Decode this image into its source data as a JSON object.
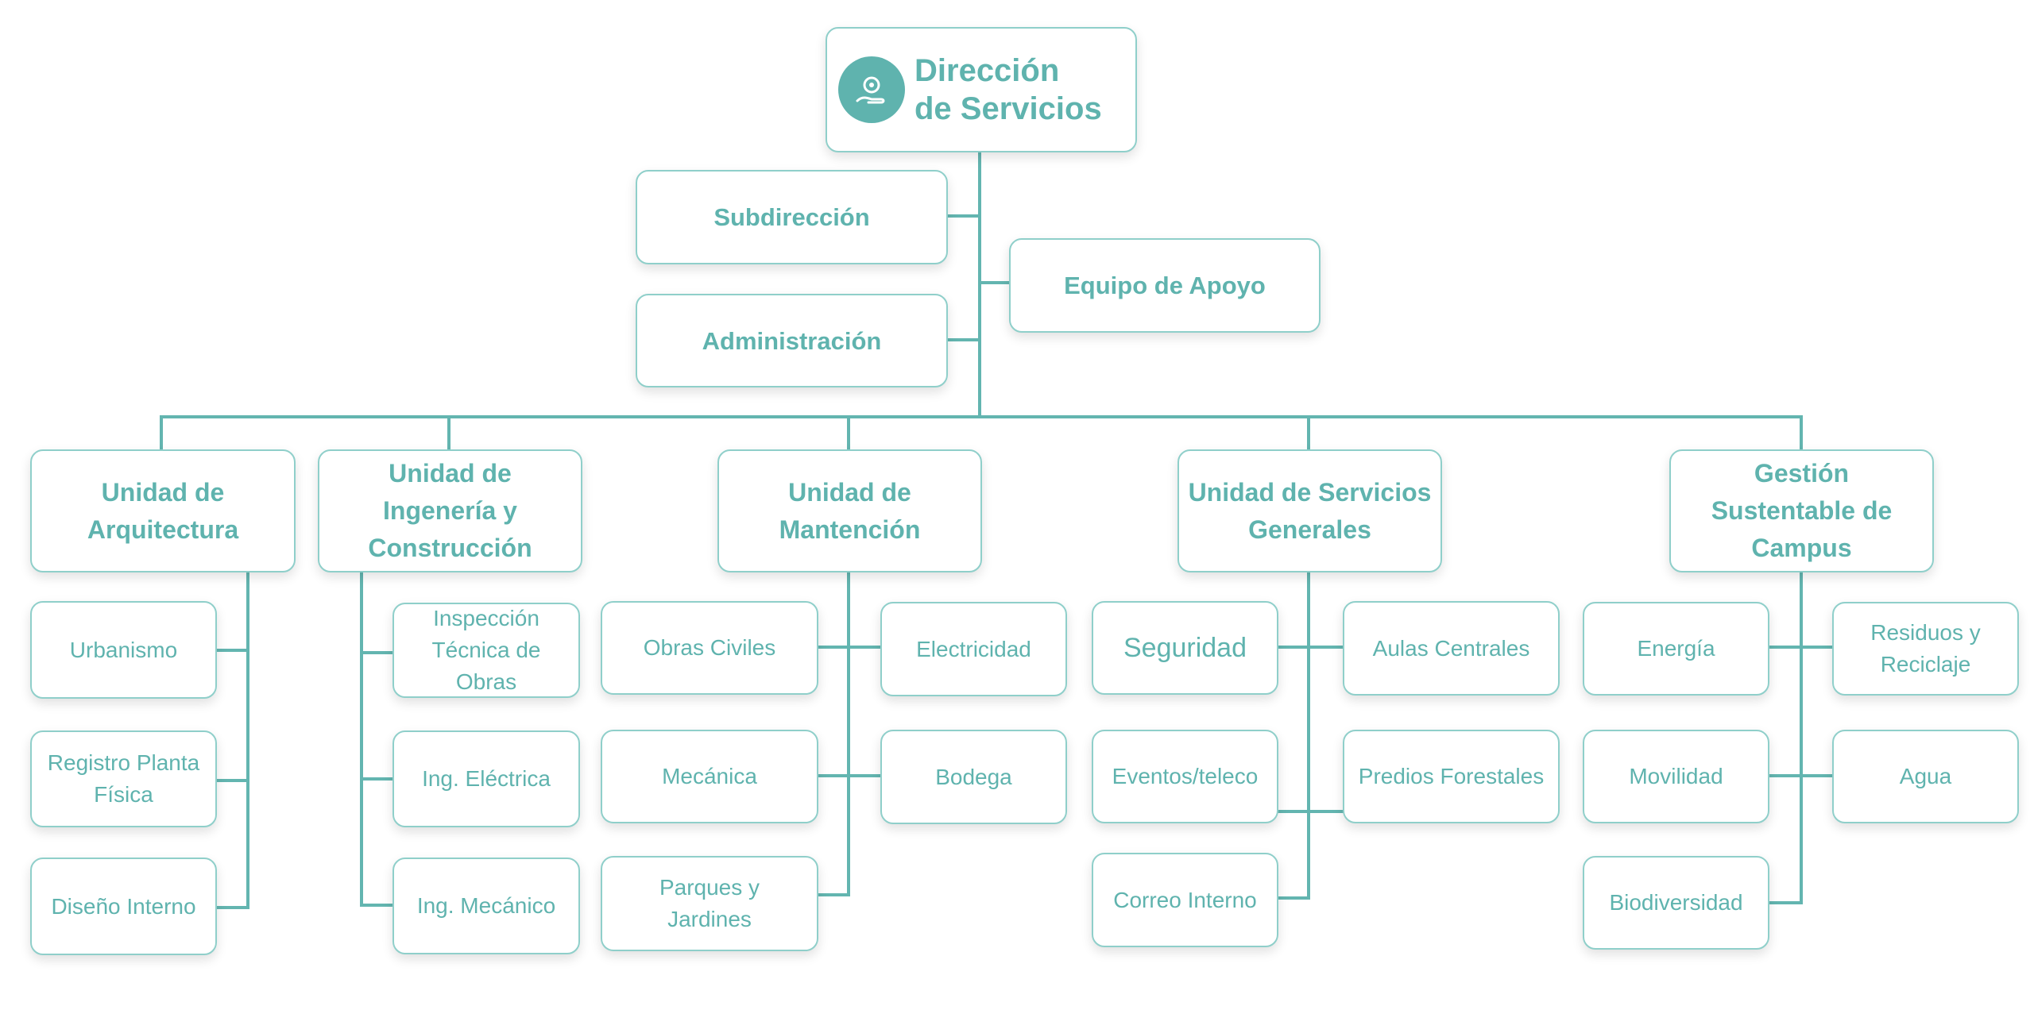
{
  "colors": {
    "accent": "#5fb3ae",
    "line": "#63b5b0",
    "border": "#8fcfca"
  },
  "root": {
    "title": "Dirección\nde Servicios",
    "icon": "service-hand-gear-icon"
  },
  "staff": {
    "subdireccion": "Subdirección",
    "administracion": "Administración",
    "equipo_apoyo": "Equipo de Apoyo"
  },
  "units": {
    "arquitectura": {
      "title": "Unidad de\nArquitectura",
      "items": [
        "Urbanismo",
        "Registro Planta\nFísica",
        "Diseño Interno"
      ]
    },
    "ingenieria": {
      "title": "Unidad de\nIngenería y\nConstrucción",
      "items": [
        "Inspección\nTécnica de\nObras",
        "Ing. Eléctrica",
        "Ing. Mecánico"
      ]
    },
    "mantencion": {
      "title": "Unidad de\nMantención",
      "items": [
        "Obras Civiles",
        "Electricidad",
        "Mecánica",
        "Bodega",
        "Parques y\nJardines"
      ]
    },
    "servicios": {
      "title": "Unidad de Servicios\nGenerales",
      "items": [
        "Seguridad",
        "Aulas Centrales",
        "Eventos/teleco",
        "Predios Forestales",
        "Correo Interno"
      ]
    },
    "sustentable": {
      "title": "Gestión\nSustentable de\nCampus",
      "items": [
        "Energía",
        "Residuos y\nReciclaje",
        "Movilidad",
        "Agua",
        "Biodiversidad"
      ]
    }
  }
}
